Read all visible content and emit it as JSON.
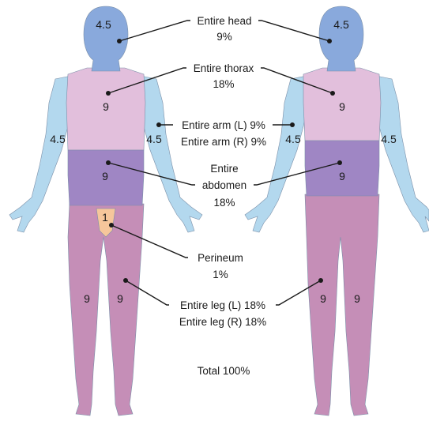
{
  "colors": {
    "head": "#89a9dc",
    "arms": "#b3d8ee",
    "thorax": "#e2bfdc",
    "abdomen": "#9f86c4",
    "legs": "#c58eb7",
    "perineum": "#f6c69b",
    "outline": "#7a8fa8",
    "text": "#1a1a1a"
  },
  "front": {
    "head_value": "4.5",
    "thorax_value": "9",
    "arm_left_value": "4.5",
    "arm_right_value": "4.5",
    "abdomen_value": "9",
    "perineum_value": "1",
    "leg_left_value": "9",
    "leg_right_value": "9"
  },
  "back": {
    "head_value": "4.5",
    "thorax_value": "9",
    "arm_left_value": "4.5",
    "arm_right_value": "4.5",
    "abdomen_value": "9",
    "leg_left_value": "9",
    "leg_right_value": "9"
  },
  "labels": {
    "head_line1": "Entire head",
    "head_line2": "9%",
    "thorax_line1": "Entire thorax",
    "thorax_line2": "18%",
    "arm_line1": "Entire arm (L) 9%",
    "arm_line2": "Entire arm (R) 9%",
    "abdomen_line1": "Entire",
    "abdomen_line2": "abdomen",
    "abdomen_line3": "18%",
    "perineum_line1": "Perineum",
    "perineum_line2": "1%",
    "leg_line1": "Entire leg (L) 18%",
    "leg_line2": "Entire leg (R) 18%",
    "total": "Total 100%"
  }
}
